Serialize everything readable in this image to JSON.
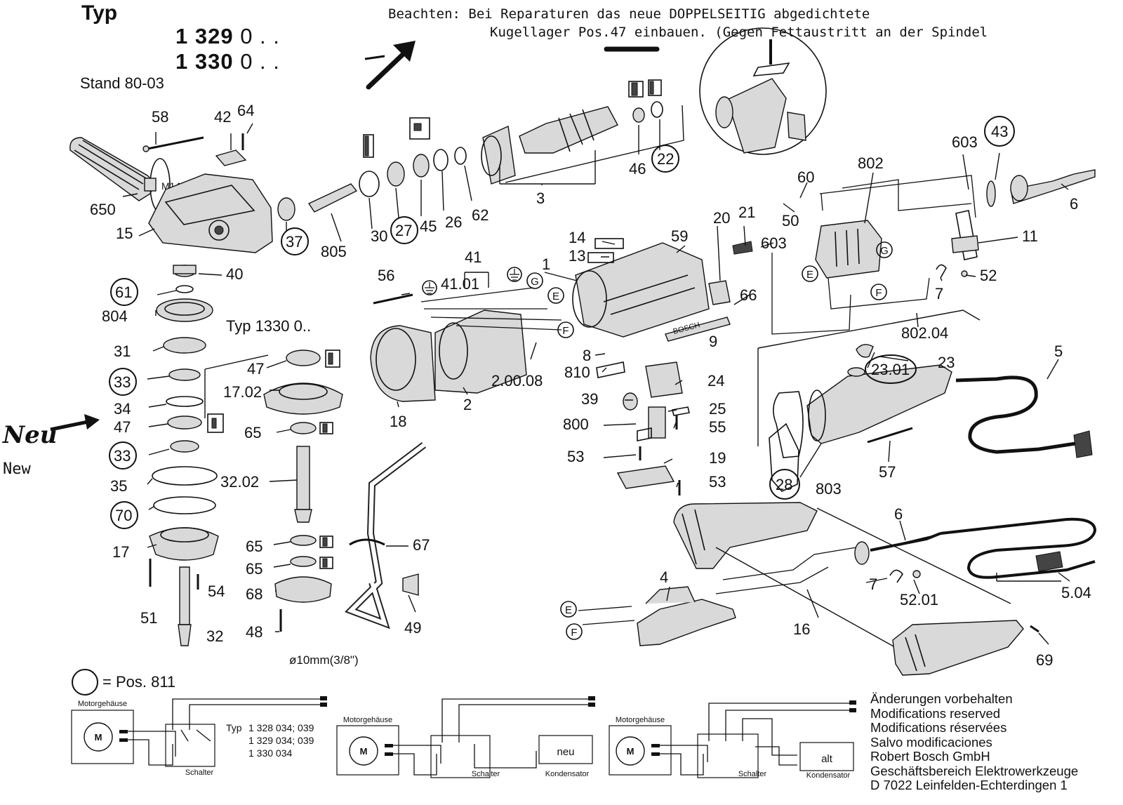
{
  "header": {
    "typ_label": "Typ",
    "models": [
      {
        "number": "1 329",
        "suffix": "0 . ."
      },
      {
        "number": "1 330",
        "suffix": "0 . ."
      }
    ],
    "stand": "Stand 80-03"
  },
  "note": {
    "line1": "Beachten: Bei Reparaturen das neue DOPPELSEITIG abgedichtete",
    "line2": "Kugellager Pos.47 einbauen. (Gegen Fettaustritt an der Spindel"
  },
  "marker": {
    "neu": "Neu",
    "new": "New"
  },
  "sub_typ_label": "Typ 1330 0..",
  "hose_label": "ø10mm(3/8\")",
  "thread_label": "M14",
  "connector_letters": {
    "g": "G",
    "e": "E",
    "f": "F"
  },
  "callouts": {
    "c650": "650",
    "c58": "58",
    "c42": "42",
    "c64": "64",
    "c15": "15",
    "c37": "37",
    "c805": "805",
    "c30": "30",
    "c27": "27",
    "c45": "45",
    "c26": "26",
    "c62": "62",
    "c3": "3",
    "c46": "46",
    "c22": "22",
    "c40": "40",
    "c61": "61",
    "c804": "804",
    "c31": "31",
    "c33a": "33",
    "c34": "34",
    "c47a": "47",
    "c33b": "33",
    "c35": "35",
    "c70": "70",
    "c17": "17",
    "c51": "51",
    "c54": "54",
    "c32": "32",
    "c47b": "47",
    "c1702": "17.02",
    "c65a": "65",
    "c3202": "32.02",
    "c65b": "65",
    "c65c": "65",
    "c68": "68",
    "c48": "48",
    "c67": "67",
    "c49": "49",
    "c56": "56",
    "c41": "41",
    "c4101": "41.01",
    "c1": "1",
    "c14": "14",
    "c13": "13",
    "c59": "59",
    "c18": "18",
    "c2": "2",
    "c20008": "2.00.08",
    "c8": "8",
    "c810": "810",
    "c9": "9",
    "c39": "39",
    "c24": "24",
    "c800": "800",
    "c25": "25",
    "c55": "55",
    "c53a": "53",
    "c19": "19",
    "c53b": "53",
    "c20": "20",
    "c21": "21",
    "c603a": "603",
    "c66": "66",
    "c60": "60",
    "c50": "50",
    "c802": "802",
    "c603b": "603",
    "c43": "43",
    "c6a": "6",
    "c11": "11",
    "c52": "52",
    "c7a": "7",
    "c80204": "802.04",
    "c23": "23",
    "c2301": "23.01",
    "c5": "5",
    "c28": "28",
    "c803": "803",
    "c57": "57",
    "c6b": "6",
    "c4": "4",
    "c7b": "7",
    "c5201": "52.01",
    "c504": "5.04",
    "c16": "16",
    "c69": "69"
  },
  "legend": {
    "text": "= Pos. 811"
  },
  "wiring": {
    "d1": {
      "housing": "Motorgehäuse",
      "switch": "Schalter",
      "motor": "M"
    },
    "d2": {
      "housing": "Motorgehäuse",
      "switch": "Schalter",
      "capacitor": "Kondensator",
      "cap_label": "neu",
      "motor": "M"
    },
    "d3": {
      "housing": "Motorgehäuse",
      "switch": "Schalter",
      "capacitor": "Kondensator",
      "cap_label": "alt",
      "motor": "M"
    },
    "types": {
      "prefix": "Typ",
      "line1": "1 328 034; 039",
      "line2": "1 329 034; 039",
      "line3": "1 330 034"
    }
  },
  "footer": {
    "lines": [
      "Änderungen vorbehalten",
      "Modifications reserved",
      "Modifications réservées",
      "Salvo modificaciones",
      "Robert Bosch GmbH",
      "Geschäftsbereich Elektrowerkzeuge",
      "D 7022 Leinfelden-Echterdingen 1"
    ]
  }
}
